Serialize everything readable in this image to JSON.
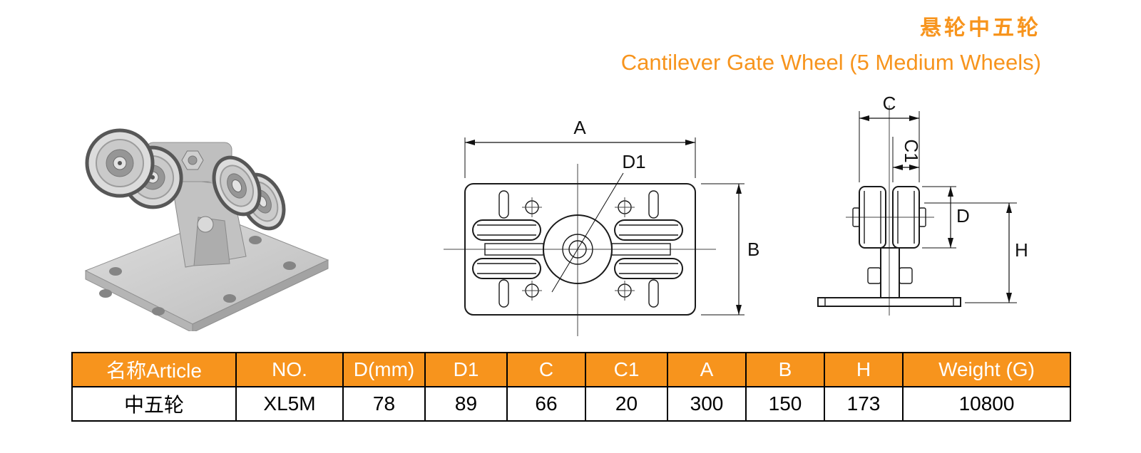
{
  "header": {
    "title_zh": "悬轮中五轮",
    "title_en": "Cantilever Gate Wheel (5 Medium Wheels)"
  },
  "diagram": {
    "top_view": {
      "dim_a": "A",
      "dim_b": "B",
      "dim_d1": "D1"
    },
    "side_view": {
      "dim_c": "C",
      "dim_c1": "C1",
      "dim_d": "D",
      "dim_h": "H"
    }
  },
  "table": {
    "headers": [
      "名称Article",
      "NO.",
      "D(mm)",
      "D1",
      "C",
      "C1",
      "A",
      "B",
      "H",
      "Weight (G)"
    ],
    "rows": [
      [
        "中五轮",
        "XL5M",
        "78",
        "89",
        "66",
        "20",
        "300",
        "150",
        "173",
        "10800"
      ]
    ]
  },
  "colors": {
    "accent": "#F7941D",
    "table_border": "#000000"
  }
}
